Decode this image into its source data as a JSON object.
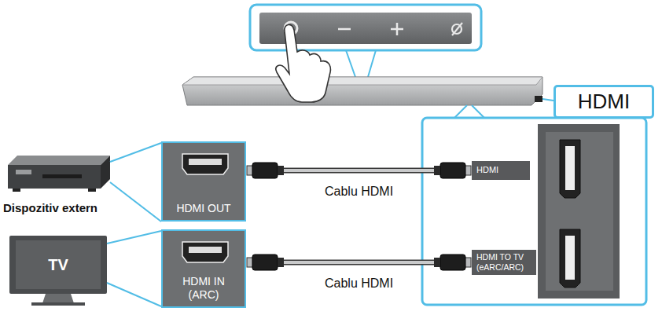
{
  "diagram": {
    "nodes": [
      {
        "text": [
          "HDMI"
        ]
      },
      {
        "text": [
          "HDMI OUT"
        ]
      },
      {
        "text": [
          "TV"
        ]
      },
      {
        "text": [
          "HDMI IN (ARC)"
        ]
      },
      {
        "text": [
          "HDMI"
        ]
      },
      {
        "text": [
          "HDMI TO TV (eARC/ARC)"
        ]
      }
    ],
    "edges": [
      {
        "from": 1,
        "to": 4,
        "label": "Cablu HDMI",
        "arrow": "none"
      },
      {
        "from": 3,
        "to": 5,
        "label": "Cablu HDMI",
        "arrow": "none"
      }
    ],
    "labels": [
      "Dispozitiv extern"
    ]
  }
}
